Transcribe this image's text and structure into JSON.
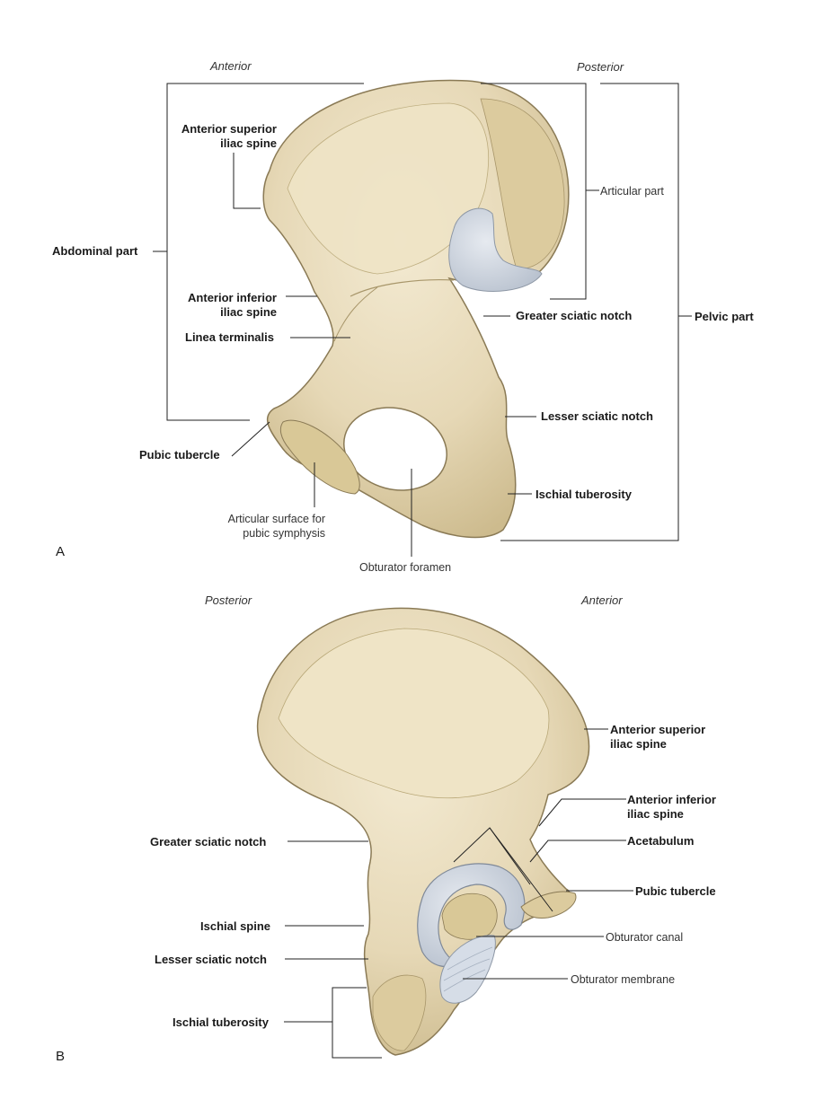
{
  "colors": {
    "bone": "#e8dcbd",
    "bone_shadow": "#cdbb8e",
    "bone_outline": "#8a7a55",
    "cartilage": "#cdd4de",
    "line": "#222222"
  },
  "panel_a": {
    "letter": "A",
    "orient_left": "Anterior",
    "orient_right": "Posterior",
    "labels": {
      "abdominal_part": "Abdominal part",
      "asis_1": "Anterior superior",
      "asis_2": "iliac spine",
      "aiis_1": "Anterior inferior",
      "aiis_2": "iliac spine",
      "linea_terminalis": "Linea terminalis",
      "pubic_tubercle": "Pubic tubercle",
      "artic_surface_1": "Articular surface for",
      "artic_surface_2": "pubic symphysis",
      "obturator_foramen": "Obturator foramen",
      "articular_part": "Articular part",
      "greater_sciatic_notch": "Greater sciatic notch",
      "pelvic_part": "Pelvic part",
      "lesser_sciatic_notch": "Lesser sciatic notch",
      "ischial_tuberosity": "Ischial tuberosity"
    }
  },
  "panel_b": {
    "letter": "B",
    "orient_left": "Posterior",
    "orient_right": "Anterior",
    "labels": {
      "asis_1": "Anterior superior",
      "asis_2": "iliac spine",
      "aiis_1": "Anterior inferior",
      "aiis_2": "iliac spine",
      "acetabulum": "Acetabulum",
      "greater_sciatic_notch": "Greater sciatic notch",
      "pubic_tubercle": "Pubic tubercle",
      "ischial_spine": "Ischial spine",
      "obturator_canal": "Obturator canal",
      "lesser_sciatic_notch": "Lesser sciatic notch",
      "obturator_membrane": "Obturator membrane",
      "ischial_tuberosity": "Ischial tuberosity"
    }
  }
}
